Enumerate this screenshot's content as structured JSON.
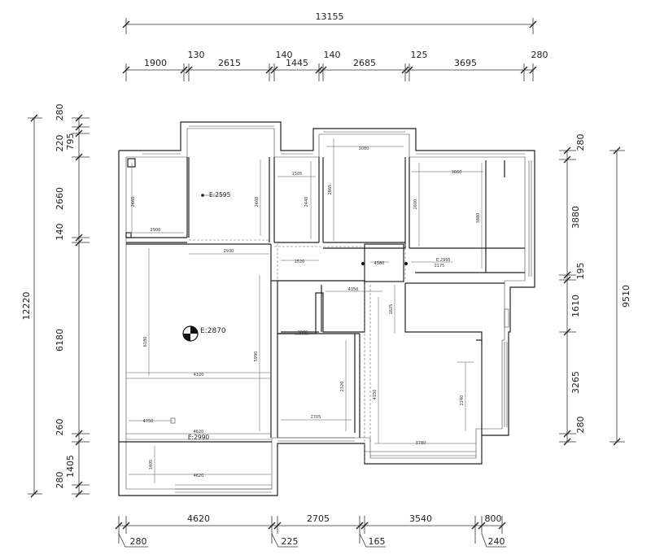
{
  "dimensions": {
    "top_total": "13155",
    "top_segments": [
      "1900",
      "130",
      "2615",
      "140",
      "1445",
      "140",
      "2685",
      "125",
      "3695",
      "280"
    ],
    "left_total": "12220",
    "left_segments": [
      "280",
      "220",
      "795",
      "2660",
      "140",
      "6180",
      "260",
      "1405",
      "280"
    ],
    "right_total": "9510",
    "right_segments": [
      "280",
      "3880",
      "195",
      "1610",
      "3265",
      "280"
    ],
    "bottom_segments_upper": [
      "4620",
      "2705",
      "3540",
      "800"
    ],
    "bottom_segments_lower": [
      "280",
      "225",
      "165",
      "240"
    ]
  },
  "room_labels": {
    "r1_w": "2900",
    "r1_h": "2660",
    "r2_level": "E:2595",
    "r2_h": "2660",
    "r3_w": "1505",
    "r3_h": "2440",
    "r4_w": "3080",
    "r4_h": "2865",
    "r5_w": "3660",
    "r5_h1": "2600",
    "r5_h2": "3880",
    "r6_top": "2930",
    "r6_h": "6180",
    "r6_h2": "5990",
    "center_level": "E:2870",
    "hall_w": "1520",
    "hall_level": "E:2995",
    "hall2_w": "4380",
    "lower_top": "4350",
    "lower_h": "4150",
    "bath_w": "2175",
    "kitchen_h": "1625",
    "r7_h": "3080",
    "r8_w": "2705",
    "r8_h": "2320",
    "r9_h": "2240",
    "r10_w": "3780",
    "bottom_w1": "4320",
    "bottom_w2": "4620",
    "balcony_level": "E:2990",
    "balcony_h": "1405",
    "balcony_w": "4620",
    "dining_w": "4750"
  }
}
